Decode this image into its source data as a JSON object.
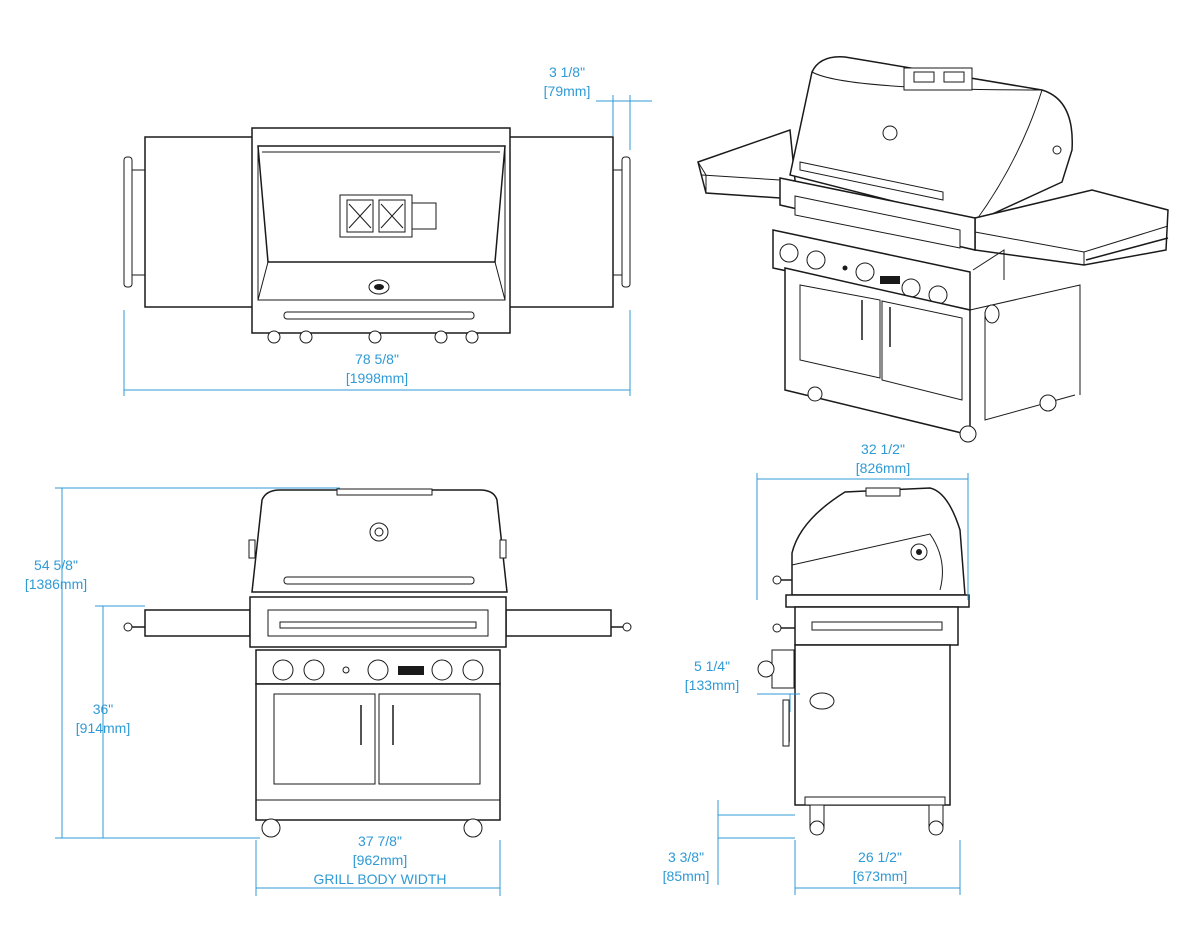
{
  "dimensions": {
    "lid_open_depth": {
      "in": "3 1/8\"",
      "mm": "[79mm]"
    },
    "overall_width": {
      "in": "78 5/8\"",
      "mm": "[1998mm]"
    },
    "overall_height": {
      "in": "54 5/8\"",
      "mm": "[1386mm]"
    },
    "counter_height": {
      "in": "36\"",
      "mm": "[914mm]"
    },
    "grill_body_width": {
      "in": "37 7/8\"",
      "mm": "[962mm]",
      "label": "GRILL BODY WIDTH"
    },
    "overall_depth": {
      "in": "32 1/2\"",
      "mm": "[826mm]"
    },
    "side_offset": {
      "in": "5 1/4\"",
      "mm": "[133mm]"
    },
    "caster_height": {
      "in": "3 3/8\"",
      "mm": "[85mm]"
    },
    "cart_depth": {
      "in": "26 1/2\"",
      "mm": "[673mm]"
    }
  },
  "colors": {
    "dimension": "#2f9ad6",
    "linework": "#1a1a1a",
    "background": "#ffffff"
  }
}
